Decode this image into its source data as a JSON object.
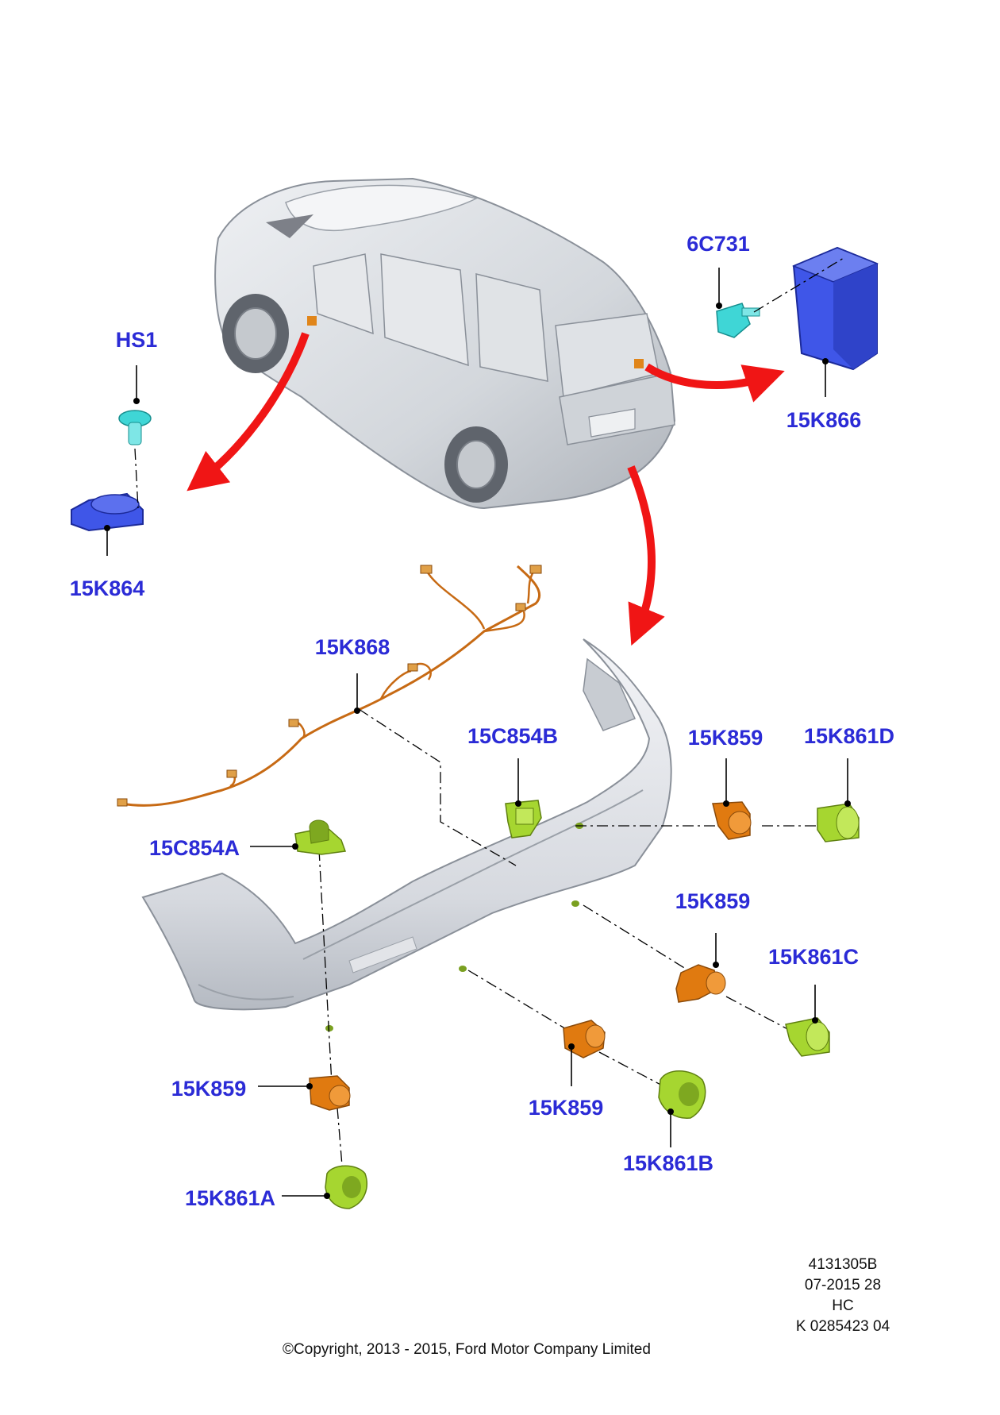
{
  "colors": {
    "label": "#2b2bd6",
    "arrow": "#f01515",
    "body_panel": "#d9dde2",
    "module_blue": "#3f56e8",
    "screw_cyan": "#3fd6d6",
    "sensor_orange": "#e07a10",
    "bezel_green": "#a6d630",
    "harness_orange": "#c76a14"
  },
  "callouts": {
    "hs1": "HS1",
    "p15k864": "15K864",
    "p6c731": "6C731",
    "p15k866": "15K866",
    "p15k868": "15K868",
    "p15c854b": "15C854B",
    "p15k859_top": "15K859",
    "p15k861d": "15K861D",
    "p15c854a": "15C854A",
    "p15k859_right": "15K859",
    "p15k861c": "15K861C",
    "p15k859_left": "15K859",
    "p15k859_mid": "15K859",
    "p15k861b": "15K861B",
    "p15k861a": "15K861A"
  },
  "footer": {
    "ref1": "4131305B",
    "ref2": "07-2015 28",
    "ref3": "HC",
    "ref4": "K 0285423 04",
    "copyright": "©Copyright, 2013 - 2015, Ford Motor Company Limited"
  }
}
